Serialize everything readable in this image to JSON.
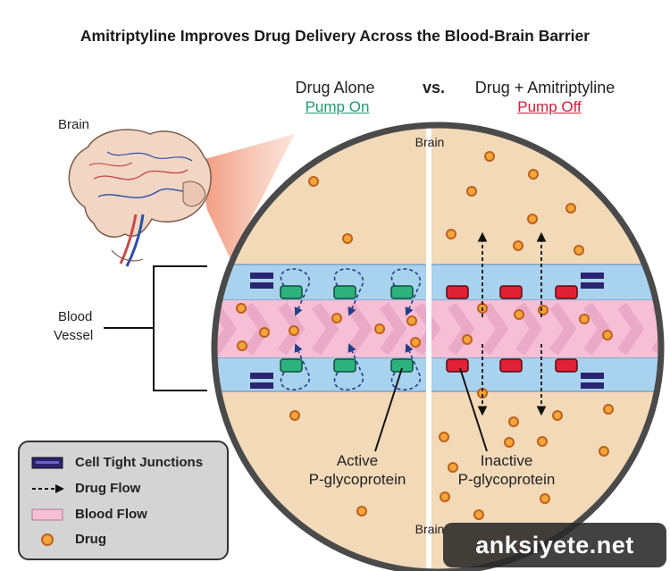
{
  "title": "Amitriptyline Improves Drug Delivery Across the Blood-Brain Barrier",
  "labels": {
    "brain_left": "Brain",
    "blood_vessel": [
      "Blood",
      "Vessel"
    ],
    "brain_top": "Brain",
    "brain_bottom": "Brain",
    "active": [
      "Active",
      "P-glycoprotein"
    ],
    "inactive": [
      "Inactive",
      "P-glycoprotein"
    ]
  },
  "left_condition": {
    "title": "Drug Alone",
    "status": "Pump On",
    "color": "#1f9a6f"
  },
  "vs": "vs.",
  "right_condition": {
    "title": "Drug + Amitriptyline",
    "status": "Pump Off",
    "color": "#d0203a"
  },
  "legend": [
    {
      "icon": "tight-junction-icon",
      "label": "Cell Tight Junctions"
    },
    {
      "icon": "drug-flow-arrow-icon",
      "label": "Drug Flow"
    },
    {
      "icon": "blood-flow-swatch-icon",
      "label": "Blood Flow"
    },
    {
      "icon": "drug-dot-icon",
      "label": "Drug"
    }
  ],
  "colors": {
    "tissue": "#f2d9b8",
    "vessel_wall": "#a9d2ee",
    "blood": "#f6bfd6",
    "active_pump": "#2db27f",
    "inactive_pump": "#e02035",
    "junction": "#2b2470",
    "drug_fill": "#f2a53a",
    "drug_stroke": "#c0601a"
  },
  "watermark": "anksiyete.net"
}
